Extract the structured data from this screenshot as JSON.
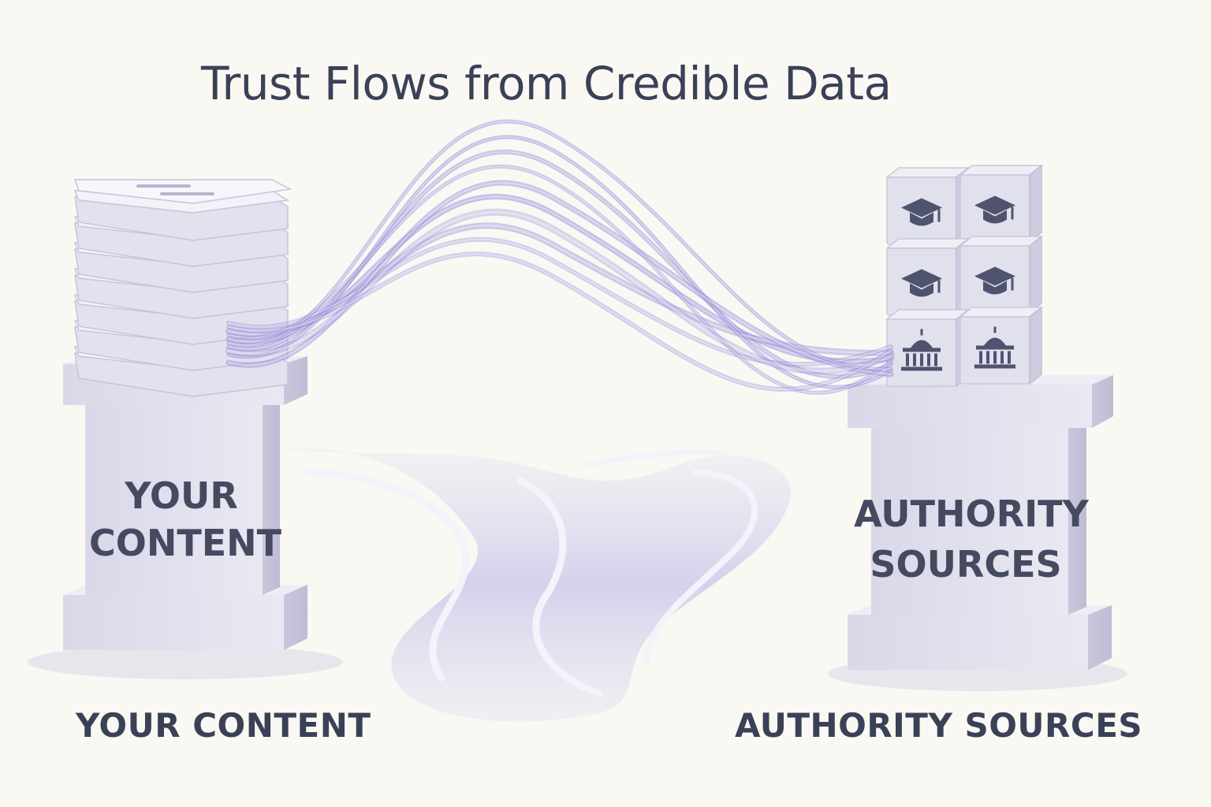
{
  "title": "Trust Flows from Credible Data",
  "left_pillar": {
    "label_line1": "YOUR",
    "label_line2": "CONTENT",
    "caption": "YOUR CONTENT",
    "stack_icon": "document-stack-icon"
  },
  "right_pillar": {
    "label_line1": "AUTHORITY",
    "label_line2": "SOURCES",
    "caption": "AUTHORITY SOURCES",
    "block_icons": [
      "graduation-cap-icon",
      "graduation-cap-icon",
      "graduation-cap-icon",
      "graduation-cap-icon",
      "government-building-icon",
      "government-building-icon"
    ]
  },
  "colors": {
    "background": "#f9f8f3",
    "stone": "#e4e3ee",
    "stone_shadow": "#c9c8dc",
    "accent": "#8b7fd0",
    "text": "#3a4157"
  }
}
